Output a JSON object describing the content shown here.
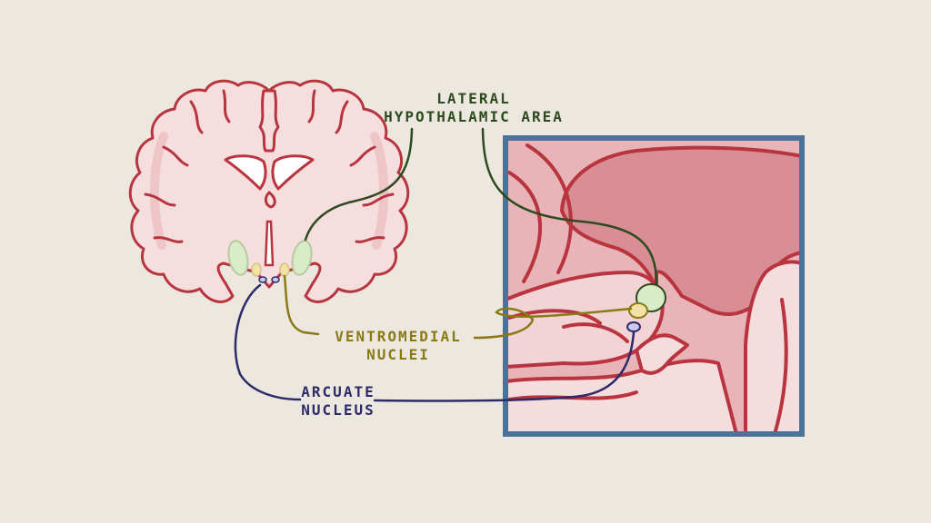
{
  "labels": {
    "lateral_line1": "LATERAL",
    "lateral_line2": "HYPOTHALAMIC AREA",
    "ventromedial_line1": "VENTROMEDIAL",
    "ventromedial_line2": "NUCLEI",
    "arcuate_line1": "ARCUATE",
    "arcuate_line2": "NUCLEUS"
  },
  "colors": {
    "background": "#ece8e0",
    "brain_fill": "#f6dede",
    "brain_outline": "#b8353f",
    "lateral": "#2f4a1f",
    "lateral_fill": "#d9ecc8",
    "ventromedial": "#8a7a14",
    "ventromedial_fill": "#f2e2a8",
    "arcuate": "#2d2a6a",
    "arcuate_fill": "#cfc8ee",
    "inset_frame": "#4a7399"
  }
}
